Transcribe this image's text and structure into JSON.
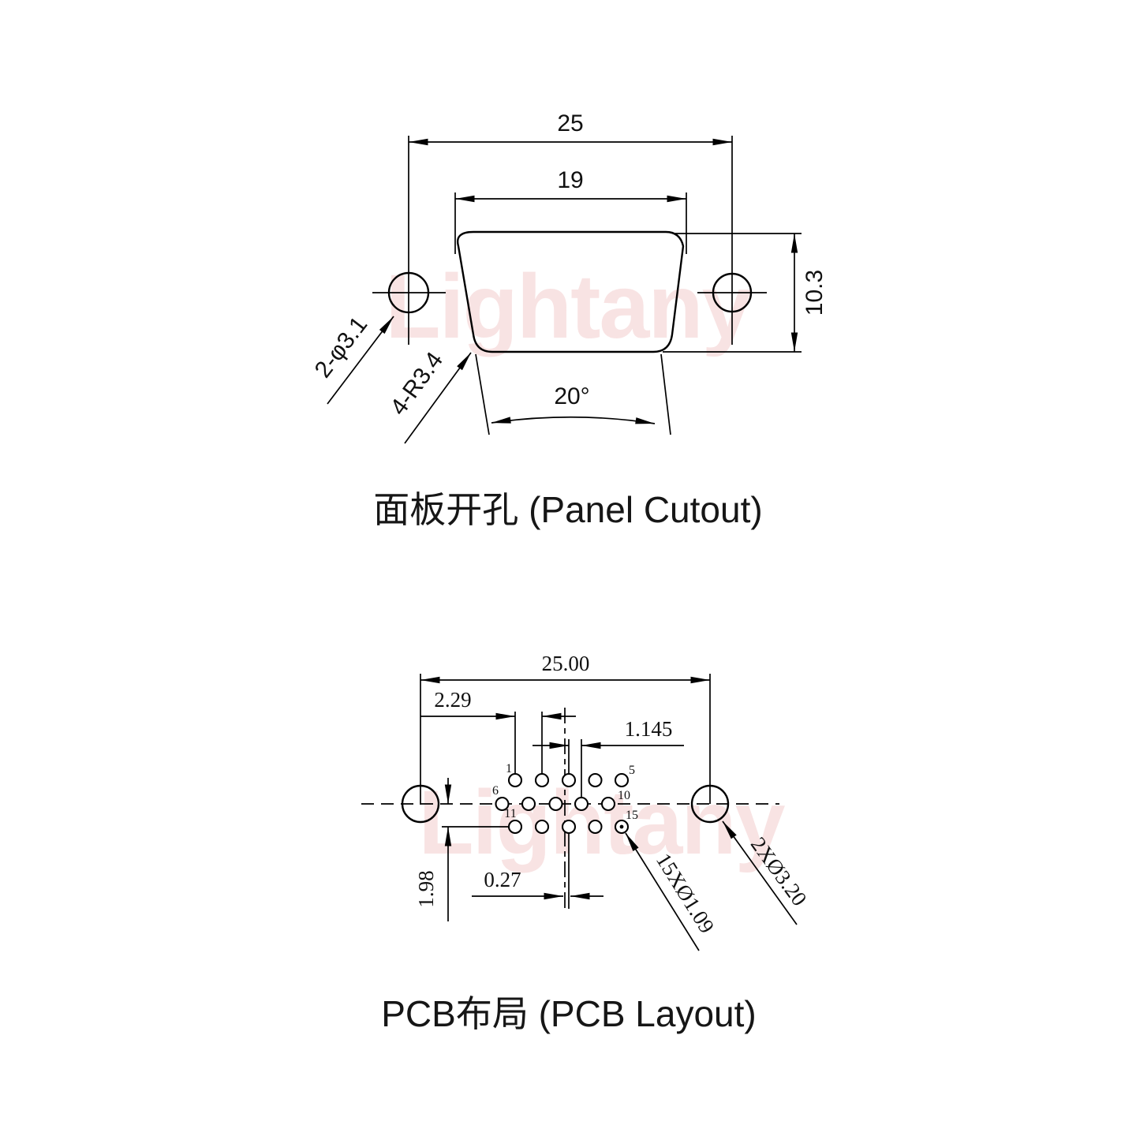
{
  "watermark": {
    "text": "Lightany",
    "color": "#f2c9c9"
  },
  "panel_cutout": {
    "label": "面板开孔 (Panel Cutout)",
    "dim_width_outer": "25",
    "dim_width_inner": "19",
    "dim_height": "10.3",
    "dim_angle": "20°",
    "dim_mount_holes": "2-φ3.1",
    "dim_corner_radius": "4-R3.4"
  },
  "pcb_layout": {
    "label": "PCB布局 (PCB Layout)",
    "dim_hole_spacing": "25.00",
    "dim_pin_pitch": "2.29",
    "dim_row_stagger": "1.145",
    "dim_center_offset": "0.27",
    "dim_row_pitch": "1.98",
    "dim_pin_holes": "15XØ1.09",
    "dim_mount_holes": "2XØ3.20",
    "pin_labels": {
      "p1": "1",
      "p5": "5",
      "p6": "6",
      "p10": "10",
      "p11": "11",
      "p15": "15"
    }
  }
}
